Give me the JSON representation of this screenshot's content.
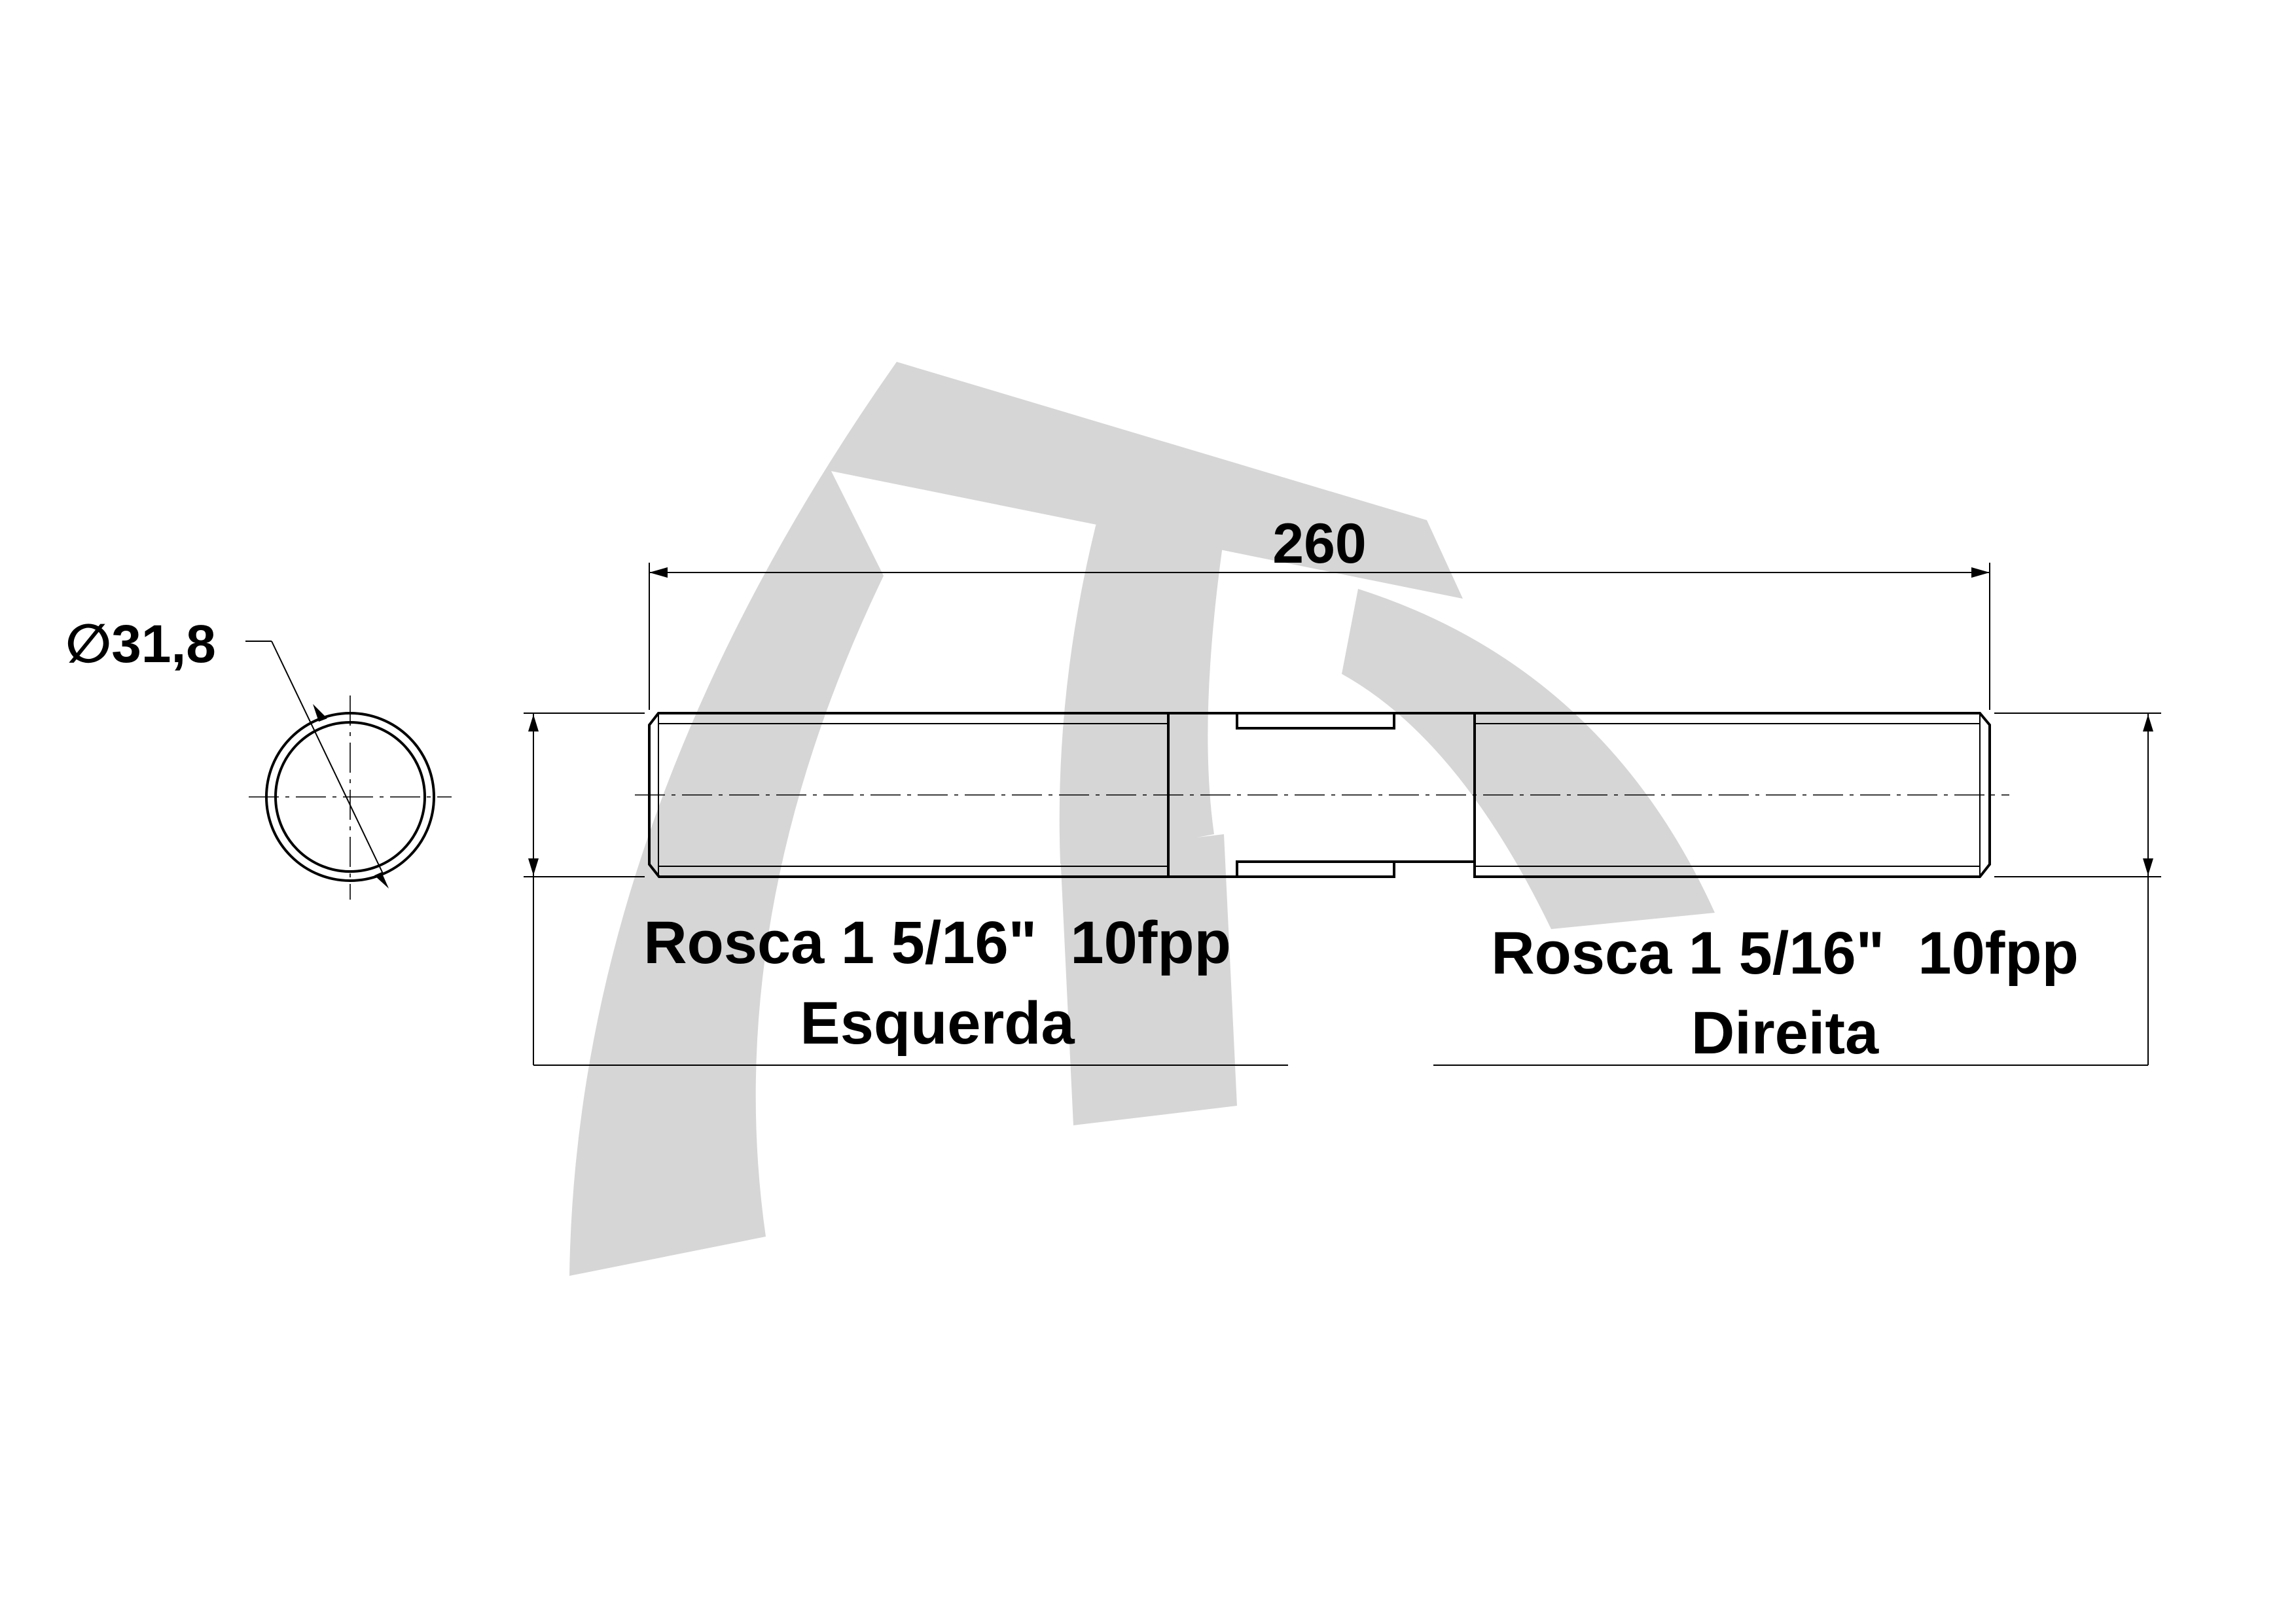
{
  "overall_length": "260",
  "diameter": {
    "symbol": "∅",
    "value": "31,8"
  },
  "thread_left": {
    "spec": "Rosca 1 5/16\"  10fpp",
    "hand": "Esquerda"
  },
  "thread_right": {
    "spec": "Rosca 1 5/16\"  10fpp",
    "hand": "Direita"
  },
  "watermark": {
    "icon": "company-logo-watermark",
    "color": "#d6d6d6"
  }
}
